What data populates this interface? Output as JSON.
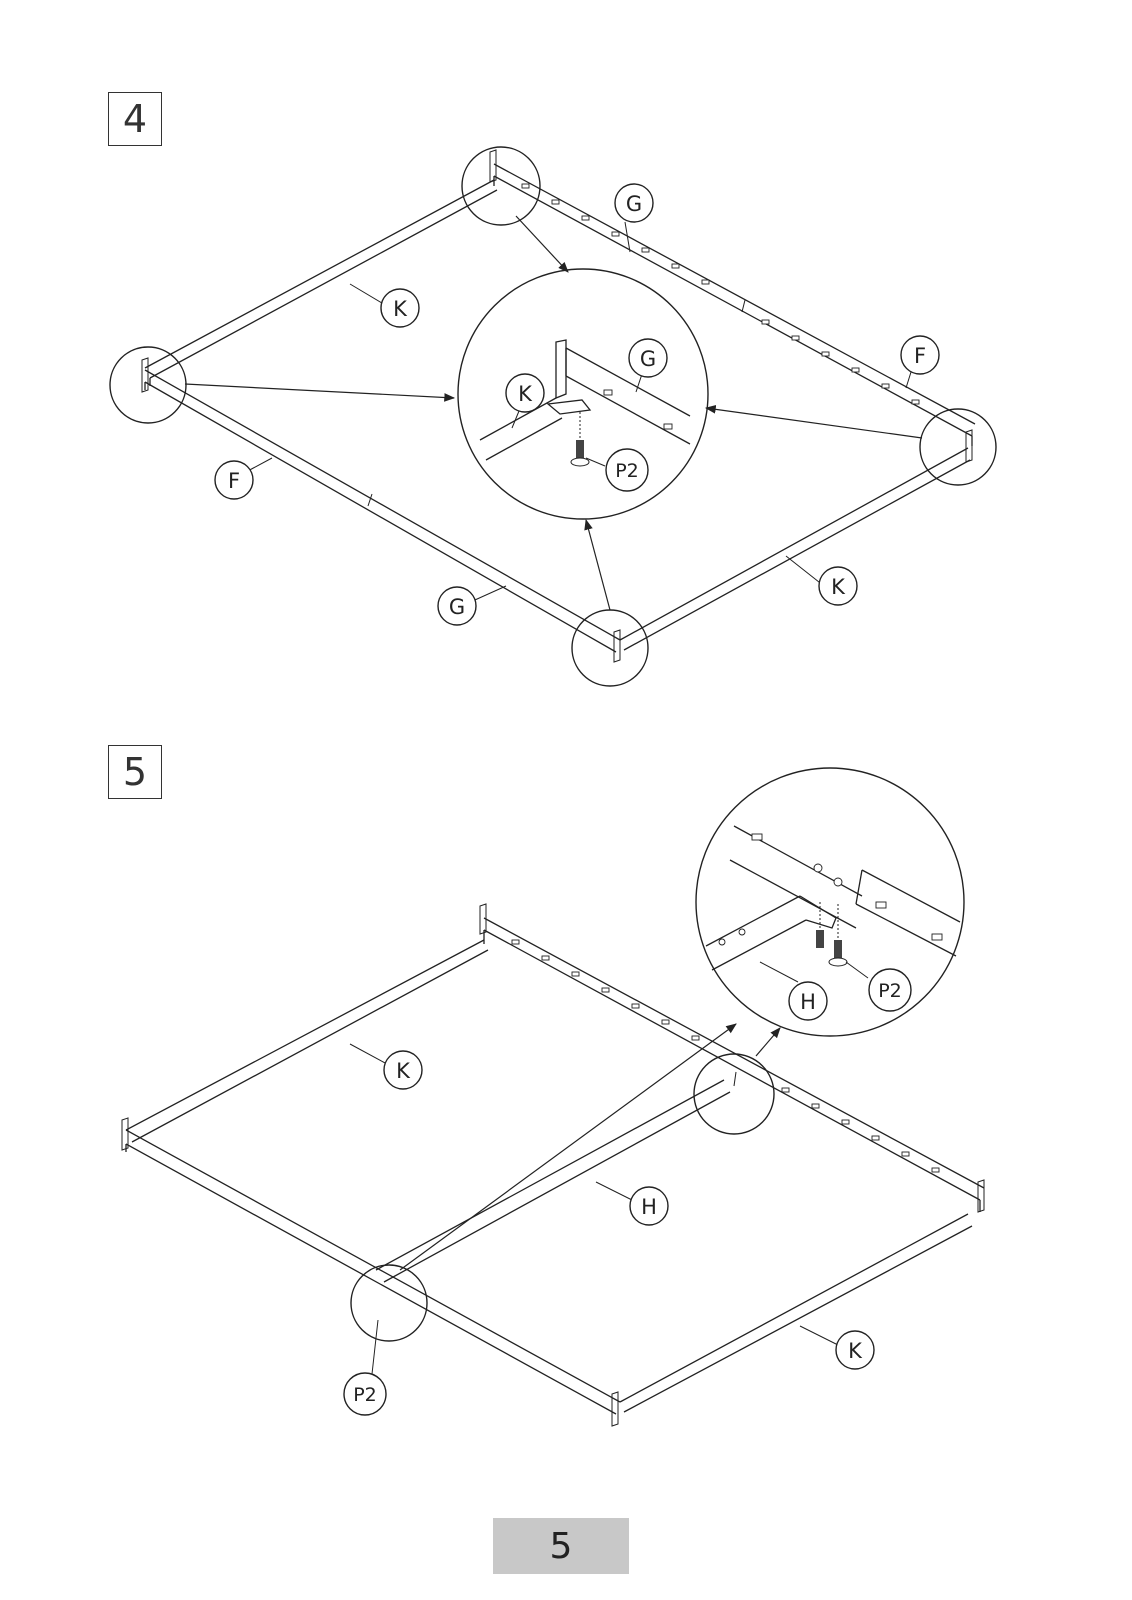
{
  "steps": [
    {
      "number": "4",
      "labels": {
        "g_top": "G",
        "k_left": "K",
        "f_right": "F",
        "f_left": "F",
        "g_bottom": "G",
        "k_right": "K",
        "detail_g": "G",
        "detail_k": "K",
        "detail_p2": "P2"
      }
    },
    {
      "number": "5",
      "labels": {
        "k_top": "K",
        "h_center": "H",
        "k_bottom": "K",
        "p2_bottom": "P2",
        "detail_h": "H",
        "detail_p2": "P2"
      }
    }
  ],
  "page_number": "5"
}
